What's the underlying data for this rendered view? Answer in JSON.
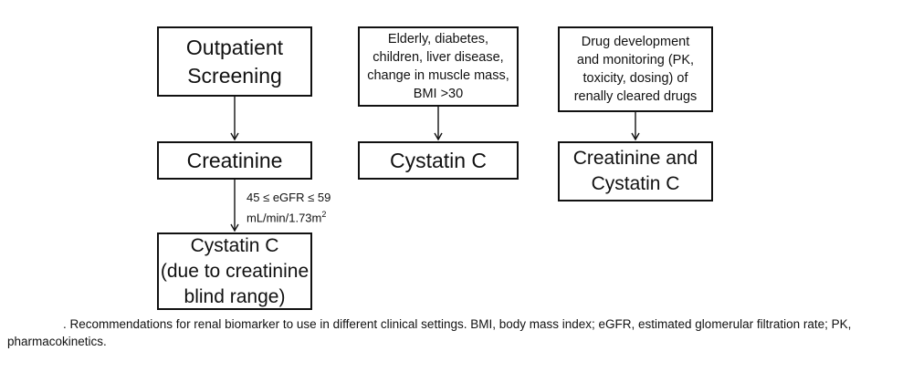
{
  "diagram": {
    "columns": [
      {
        "boxes": [
          {
            "text": "Outpatient\nScreening"
          },
          {
            "text": "Creatinine"
          },
          {
            "text": "Cystatin C\n(due to creatinine\nblind range)"
          }
        ],
        "condition": {
          "line1": "45 ≤ eGFR  ≤ 59",
          "line2": "mL/min/1.73m",
          "superscript": "2"
        }
      },
      {
        "boxes": [
          {
            "text": "Elderly, diabetes,\nchildren, liver disease,\nchange in muscle mass,\nBMI >30"
          },
          {
            "text": "Cystatin C"
          }
        ]
      },
      {
        "boxes": [
          {
            "text": "Drug development\nand monitoring (PK,\ntoxicity, dosing) of\nrenally cleared drugs"
          },
          {
            "text": "Creatinine and\nCystatin C"
          }
        ]
      }
    ]
  },
  "caption": ". Recommendations for renal biomarker to use in different clinical settings. BMI, body mass index; eGFR, estimated glomerular filtration rate; PK, pharmacokinetics."
}
